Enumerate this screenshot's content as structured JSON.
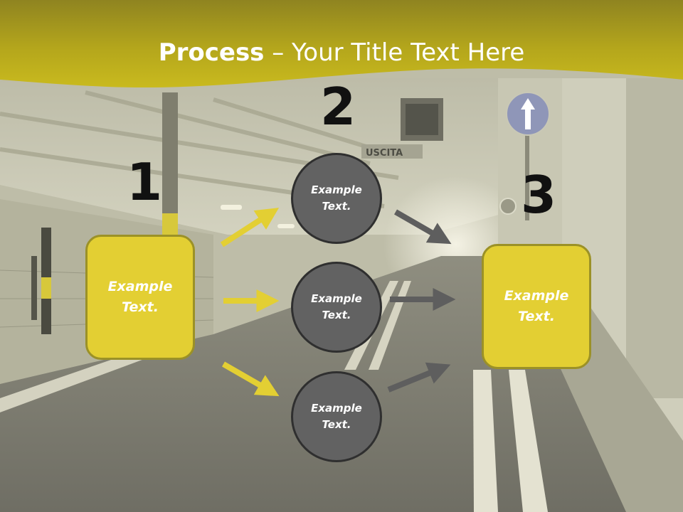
{
  "title": {
    "bold": "Process",
    "rest": " – Your Title Text Here"
  },
  "steps": {
    "one": "1",
    "two": "2",
    "three": "3"
  },
  "left_box": {
    "label": "Example Text."
  },
  "right_box": {
    "label": "Example Text."
  },
  "circles": [
    {
      "label": "Example Text."
    },
    {
      "label": "Example Text."
    },
    {
      "label": "Example Text."
    }
  ],
  "background_sign": "USCITA",
  "colors": {
    "accent_yellow": "#e3cf33",
    "circle_grey": "#626262",
    "header_gold": "#c8b61f"
  }
}
